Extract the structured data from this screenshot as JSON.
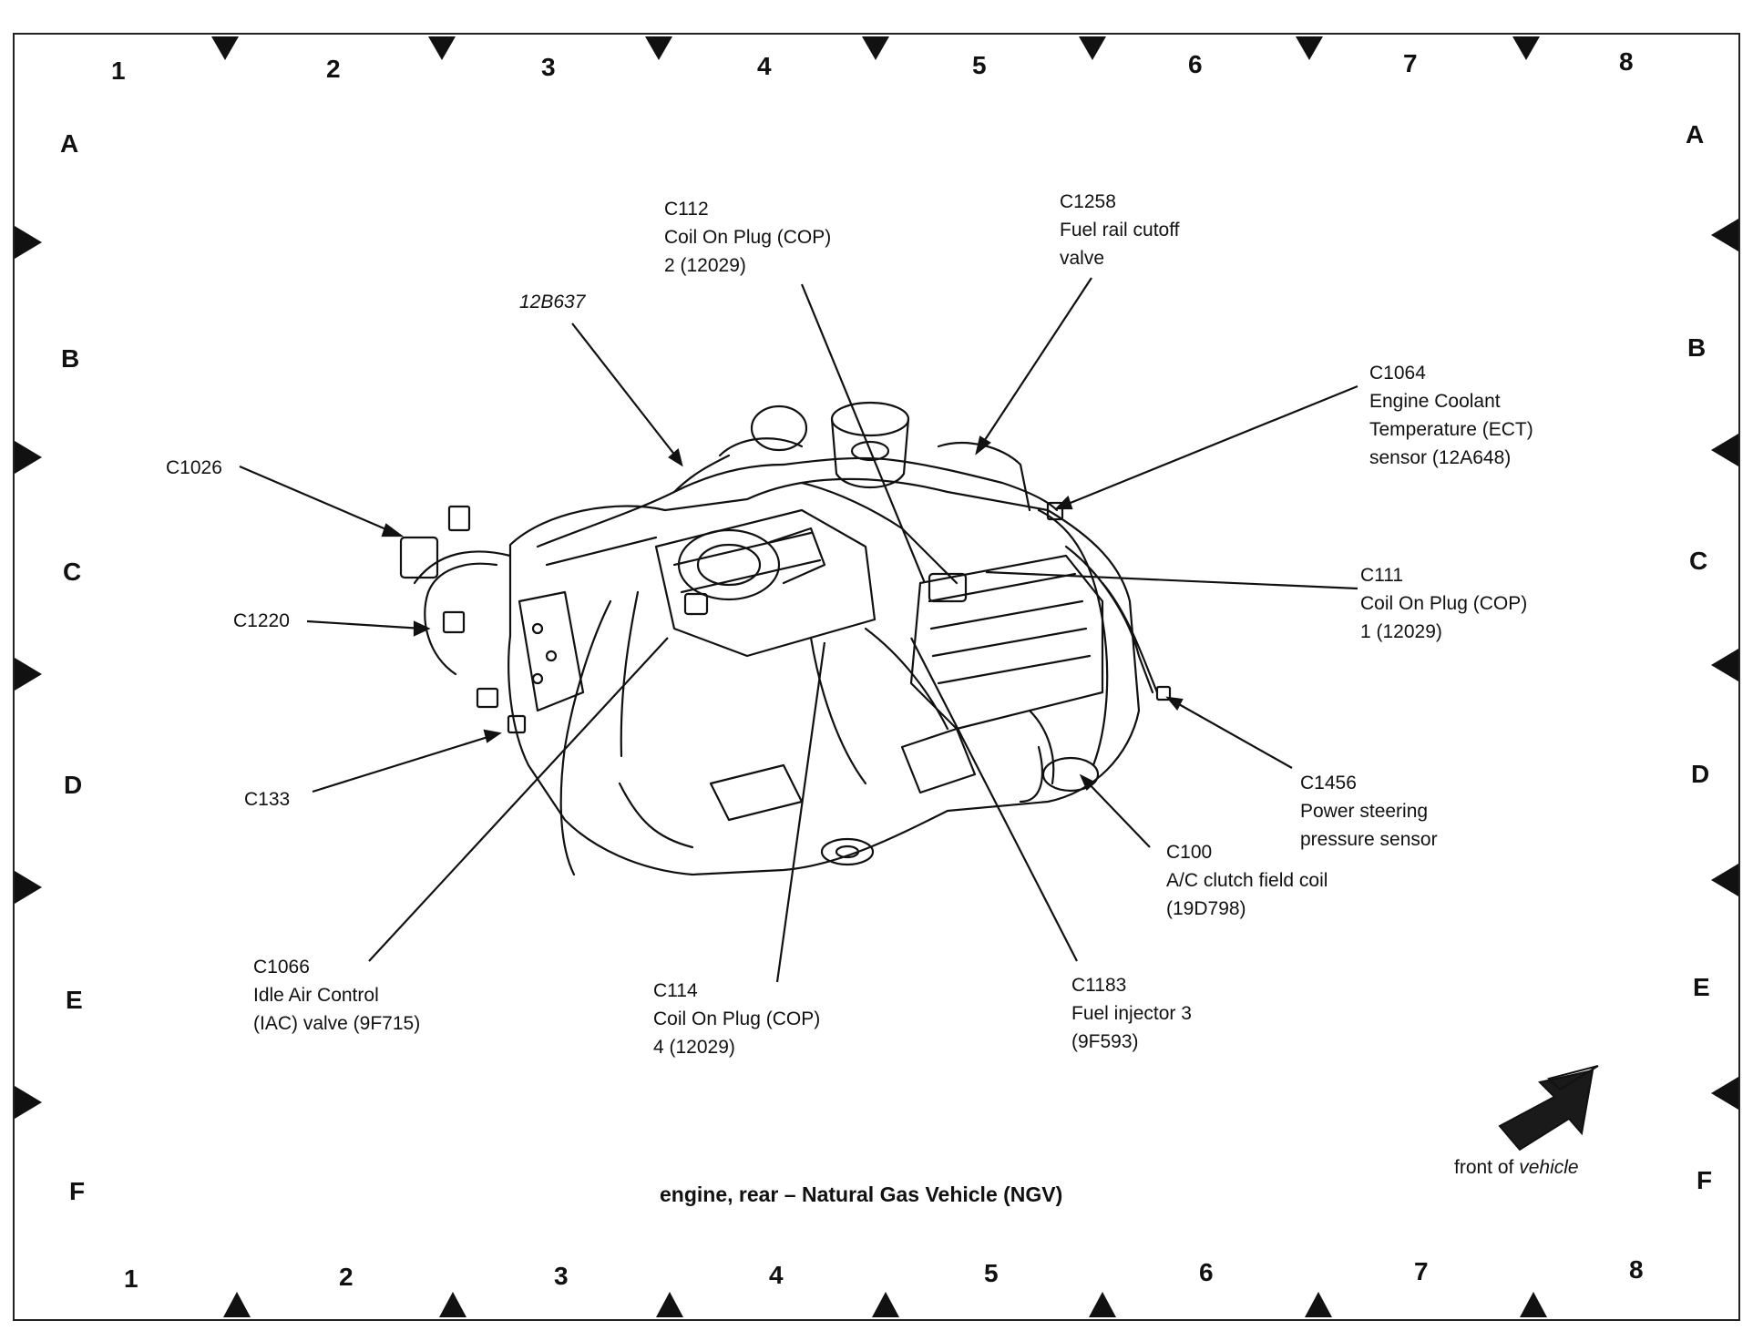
{
  "grid": {
    "columns_top": [
      "1",
      "2",
      "3",
      "4",
      "5",
      "6",
      "7",
      "8"
    ],
    "columns_bottom": [
      "1",
      "2",
      "3",
      "4",
      "5",
      "6",
      "7",
      "8"
    ],
    "rows_left": [
      "A",
      "B",
      "C",
      "D",
      "E",
      "F"
    ],
    "rows_right": [
      "A",
      "B",
      "C",
      "D",
      "E",
      "F"
    ]
  },
  "callouts": {
    "c112": [
      "C112",
      "Coil On Plug (COP)",
      "2 (12029)"
    ],
    "c1258": [
      "C1258",
      "Fuel rail cutoff",
      "valve"
    ],
    "p12b637": [
      "12B637"
    ],
    "c1064": [
      "C1064",
      "Engine Coolant",
      "Temperature (ECT)",
      "sensor (12A648)"
    ],
    "c1026": [
      "C1026"
    ],
    "c1220": [
      "C1220"
    ],
    "c111": [
      "C111",
      "Coil On Plug (COP)",
      "1 (12029)"
    ],
    "c133": [
      "C133"
    ],
    "c1456": [
      "C1456",
      "Power steering",
      "pressure sensor"
    ],
    "c100": [
      "C100",
      "A/C clutch field coil",
      "(19D798)"
    ],
    "c1066": [
      "C1066",
      "Idle Air Control",
      "(IAC) valve (9F715)"
    ],
    "c114": [
      "C114",
      "Coil On Plug (COP)",
      "4 (12029)"
    ],
    "c1183": [
      "C1183",
      "Fuel injector 3",
      "(9F593)"
    ]
  },
  "caption": "engine, rear – Natural Gas Vehicle (NGV)",
  "front_label": {
    "prefix": "front of",
    "emphasis": "vehicle"
  },
  "colors": {
    "ink": "#111111",
    "paper": "#ffffff",
    "arrow_fill": "#1a1a1a"
  },
  "icons": {
    "front_arrow": "front-of-vehicle-arrow-icon",
    "grid_marker": "triangle-marker-icon"
  }
}
